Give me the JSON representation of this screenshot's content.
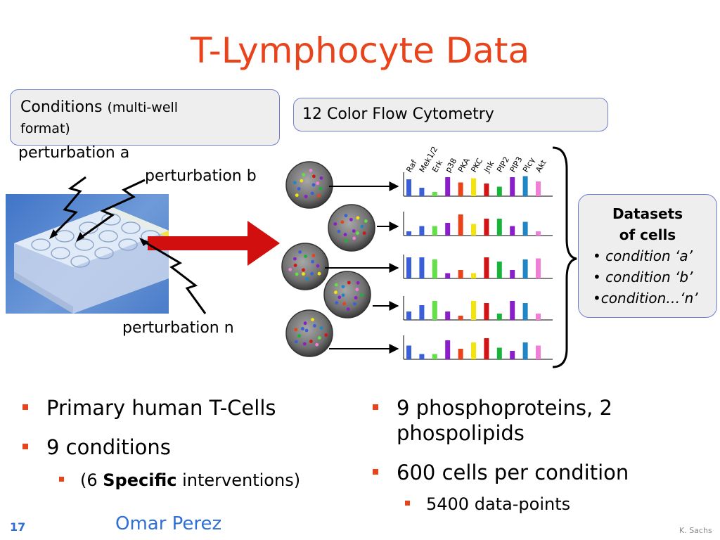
{
  "title": "T-Lymphocyte Data",
  "conditions_box": {
    "main": "Conditions",
    "detail_1": "(multi-well",
    "detail_2": "format)"
  },
  "flow_box": {
    "label": "12 Color Flow Cytometry"
  },
  "perturbations": [
    "perturbation a",
    "perturbation b",
    "perturbation n"
  ],
  "markers": [
    "Raf",
    "Mek1/2",
    "Erk",
    "p38",
    "PKA",
    "PKC",
    "Jnk",
    "PIP2",
    "PIP3",
    "Plcγ",
    "Akt"
  ],
  "marker_colors": [
    "#3b5fd8",
    "#3b5fd8",
    "#62e047",
    "#8a1fc9",
    "#e8431b",
    "#f2e40e",
    "#d31414",
    "#18b43a",
    "#8a1fc9",
    "#1f86c6",
    "#f27ed8"
  ],
  "profiles": [
    [
      0.8,
      0.4,
      0.2,
      0.9,
      0.65,
      0.85,
      0.6,
      0.45,
      0.9,
      0.95,
      0.7
    ],
    [
      0.2,
      0.45,
      0.45,
      0.6,
      1.0,
      0.55,
      0.8,
      0.8,
      0.45,
      0.65,
      0.2
    ],
    [
      1.0,
      1.0,
      0.9,
      0.25,
      0.4,
      0.25,
      1.0,
      0.8,
      0.4,
      0.9,
      0.95
    ],
    [
      0.4,
      0.7,
      0.9,
      0.4,
      0.2,
      0.9,
      0.8,
      0.3,
      0.9,
      0.8,
      0.3
    ],
    [
      0.65,
      0.25,
      0.25,
      0.9,
      0.5,
      0.8,
      1.0,
      0.55,
      0.4,
      0.8,
      0.65
    ]
  ],
  "datasets_box": {
    "heading_1": "Datasets",
    "heading_2": "of cells",
    "items": [
      "• condition ‘a’",
      "• condition ‘b’",
      "•condition…‘n’"
    ]
  },
  "left_bullets": [
    {
      "text": "Primary human T-Cells"
    },
    {
      "text": "9 conditions"
    }
  ],
  "left_sub": {
    "pre": "(6 ",
    "bold": "Specific",
    "post": " interventions)"
  },
  "right_bullets": [
    {
      "text_1": "9 phosphoproteins, 2",
      "text_2": "phospolipids"
    },
    {
      "text": "600 cells per condition"
    }
  ],
  "right_sub": "5400 data-points",
  "slide_number": "17",
  "author": "Omar Perez",
  "credit": "K. Sachs",
  "colors": {
    "title": "#e8431b",
    "bullet": "#e8431b",
    "author": "#2f6fd6",
    "box_border": "#6f7ecf"
  }
}
